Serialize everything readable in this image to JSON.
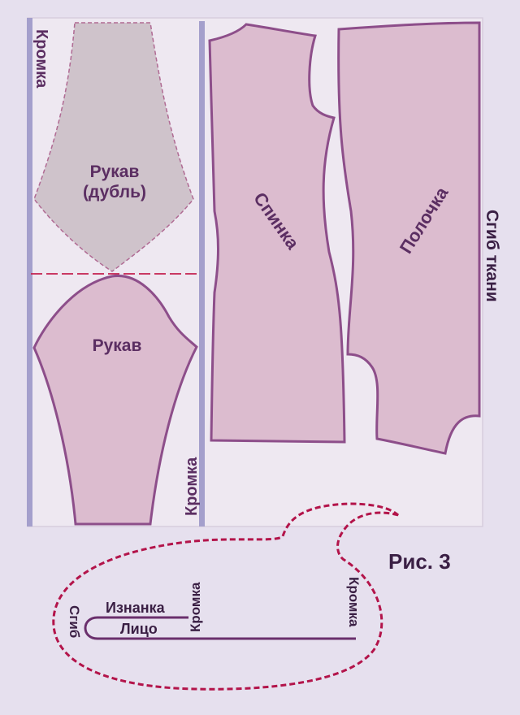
{
  "figure_caption": "Рис. 3",
  "labels": {
    "selvedge_left": "Кромка",
    "selvedge_middle": "Кромка",
    "fold": "Сгиб ткани",
    "sleeve_double_line1": "Рукав",
    "sleeve_double_line2": "(дубль)",
    "sleeve": "Рукав",
    "back": "Спинка",
    "front": "Полочка"
  },
  "fold_diagram": {
    "fold": "Сгиб",
    "wrong_side": "Изнанка",
    "right_side": "Лицо",
    "selvedge_inner": "Кромка",
    "selvedge_outer": "Кромка"
  },
  "colors": {
    "background": "#e6e0ee",
    "fabric": "#eee8f1",
    "piece_fill": "#dcbccf",
    "piece_stroke": "#8d4e8a",
    "double_fill": "#cfc3cb",
    "selvedge_bar": "#a49fcc",
    "cut_line": "#c4204f",
    "text": "#5b2e62"
  }
}
